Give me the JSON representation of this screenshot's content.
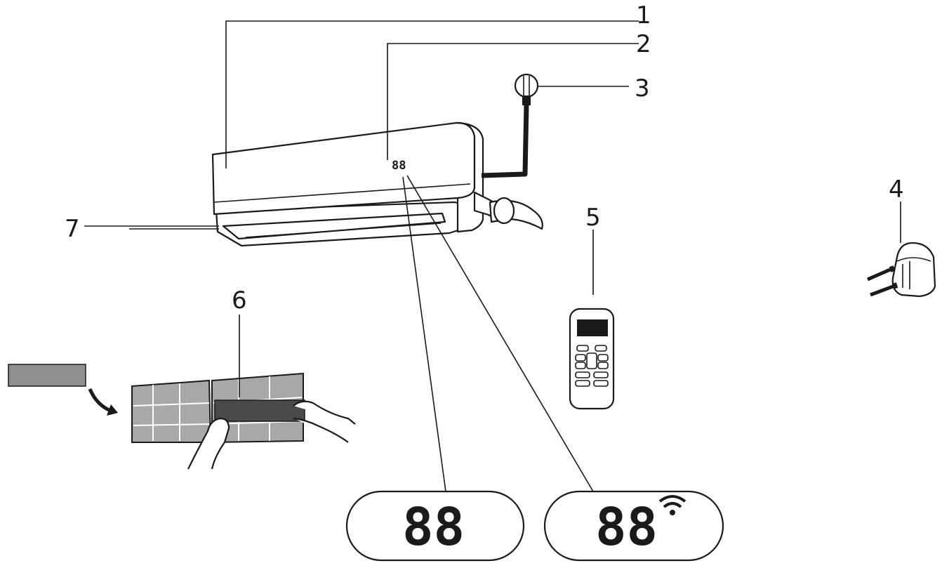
{
  "callouts": {
    "indoor_unit": "1",
    "display": "2",
    "power_plug": "3",
    "remote_holder": "4",
    "remote_control": "5",
    "air_filter": "6",
    "louver": "7"
  },
  "display_panels": {
    "unit_display": "88",
    "panel_a": "88",
    "panel_b": "88"
  },
  "icons": [
    "wifi-icon"
  ],
  "colors": {
    "ink": "#1a1a1a",
    "background": "#ffffff",
    "filter": "#9a9a9a"
  }
}
